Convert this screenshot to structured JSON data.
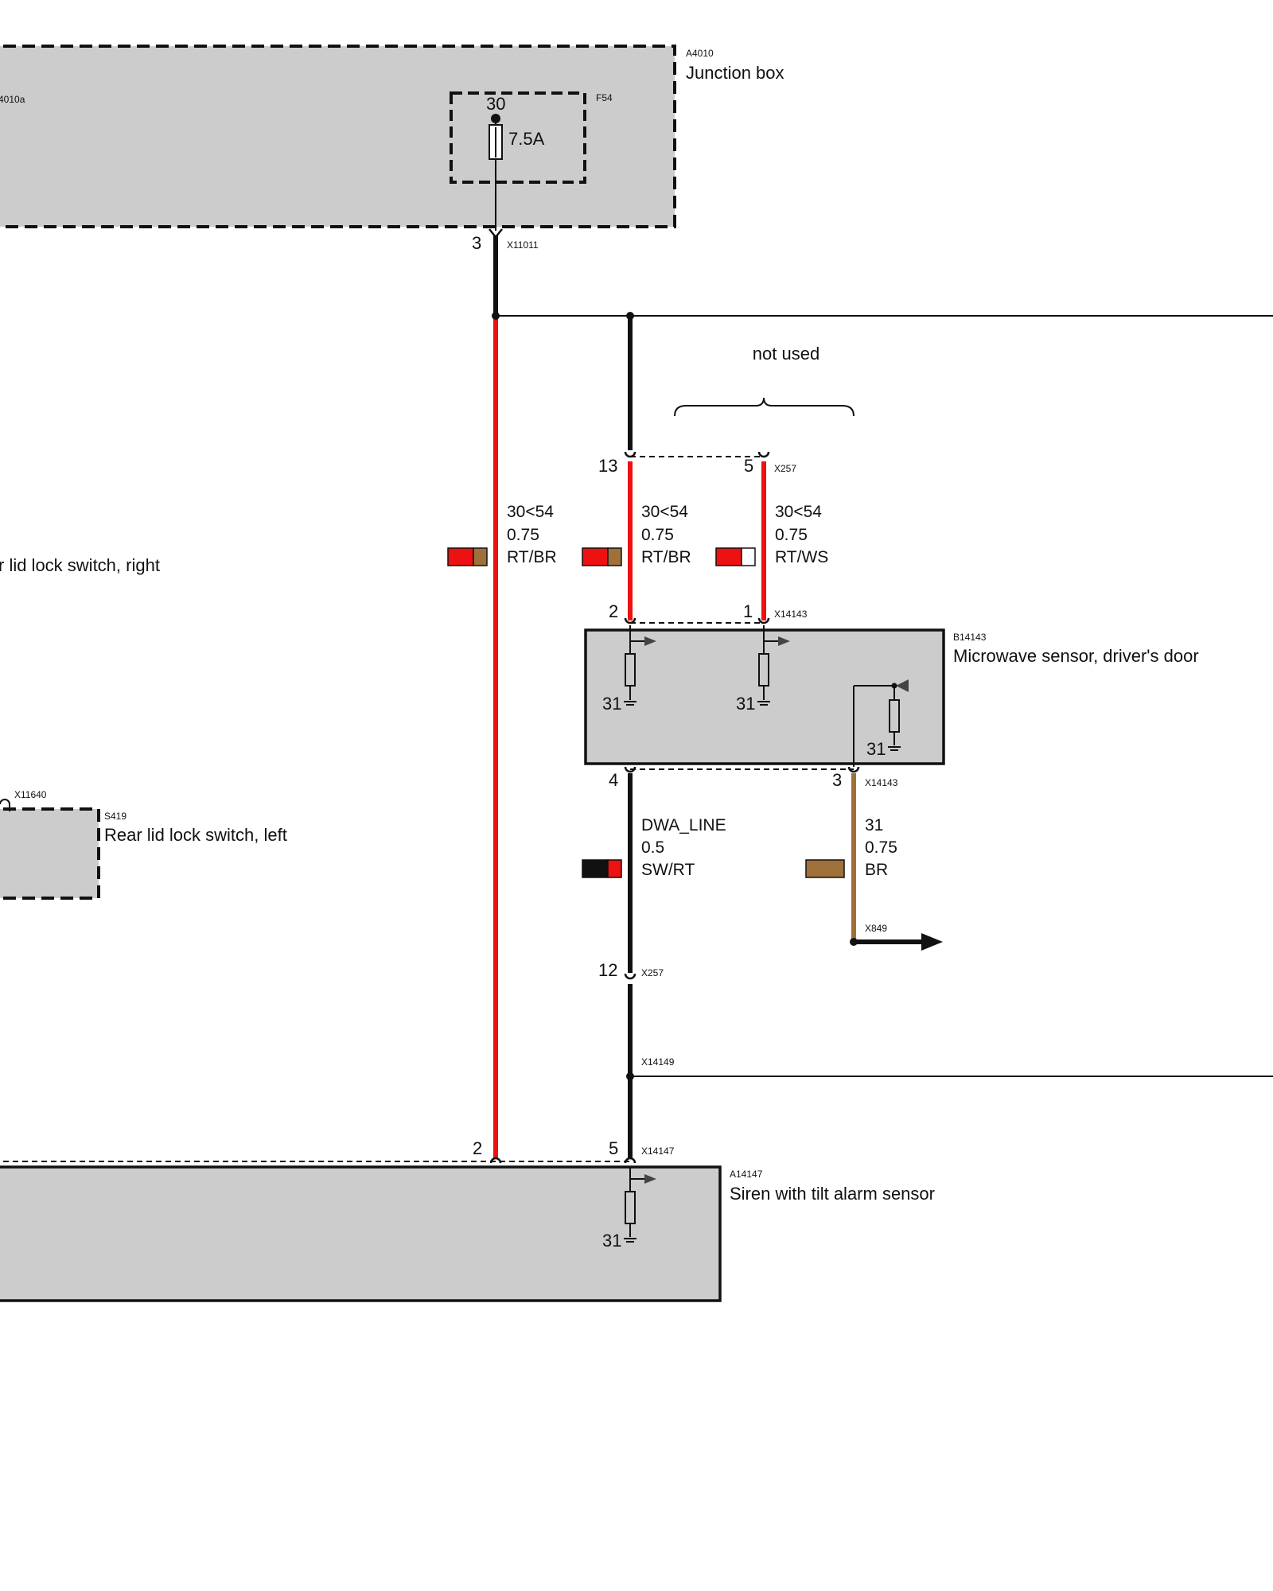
{
  "modules": {
    "junction_box": {
      "code": "A4010",
      "name": "Junction box",
      "sub_code": "4010a"
    },
    "fuse": {
      "code": "F54",
      "terminal": "30",
      "rating": "7.5A"
    },
    "microwave_sensor": {
      "code": "B14143",
      "name": "Microwave sensor, driver's door"
    },
    "siren": {
      "code": "A14147",
      "name": "Siren with tilt alarm sensor"
    },
    "rear_lid_left": {
      "code": "S419",
      "name": "Rear lid lock switch, left",
      "connector": "X11640"
    },
    "rear_lid_right": {
      "name": "r lid lock switch, right"
    }
  },
  "connectors": {
    "x11011": {
      "code": "X11011",
      "pin": "3"
    },
    "x257_top": {
      "code": "X257",
      "pins": [
        "13",
        "5"
      ]
    },
    "x14143_top": {
      "code": "X14143",
      "pins": [
        "2",
        "1"
      ]
    },
    "x14143_bottom": {
      "code": "X14143",
      "pins": [
        "4",
        "3"
      ]
    },
    "x257_bottom": {
      "code": "X257",
      "pin": "12"
    },
    "x849": {
      "code": "X849"
    },
    "x14149": {
      "code": "X14149"
    },
    "x14147": {
      "code": "X14147",
      "pins": [
        "2",
        "5"
      ]
    }
  },
  "annotation": {
    "not_used": "not used"
  },
  "ground_label": "31",
  "wires": [
    {
      "id": "w1",
      "signal": "30<54",
      "gauge": "0.75",
      "color_code": "RT/BR",
      "colors": [
        "#ee1111",
        "#a0703a"
      ]
    },
    {
      "id": "w2",
      "signal": "30<54",
      "gauge": "0.75",
      "color_code": "RT/BR",
      "colors": [
        "#ee1111",
        "#a0703a"
      ]
    },
    {
      "id": "w3",
      "signal": "30<54",
      "gauge": "0.75",
      "color_code": "RT/WS",
      "colors": [
        "#ee1111",
        "#ffffff"
      ]
    },
    {
      "id": "w4",
      "signal": "DWA_LINE",
      "gauge": "0.5",
      "color_code": "SW/RT",
      "colors": [
        "#111111",
        "#ee1111"
      ]
    },
    {
      "id": "w5",
      "signal": "31",
      "gauge": "0.75",
      "color_code": "BR",
      "colors": [
        "#a0703a",
        "#a0703a"
      ]
    }
  ],
  "colors": {
    "red": "#ee1111",
    "brown": "#a0703a",
    "black": "#111111",
    "white": "#ffffff",
    "module_fill": "#cccccc"
  }
}
